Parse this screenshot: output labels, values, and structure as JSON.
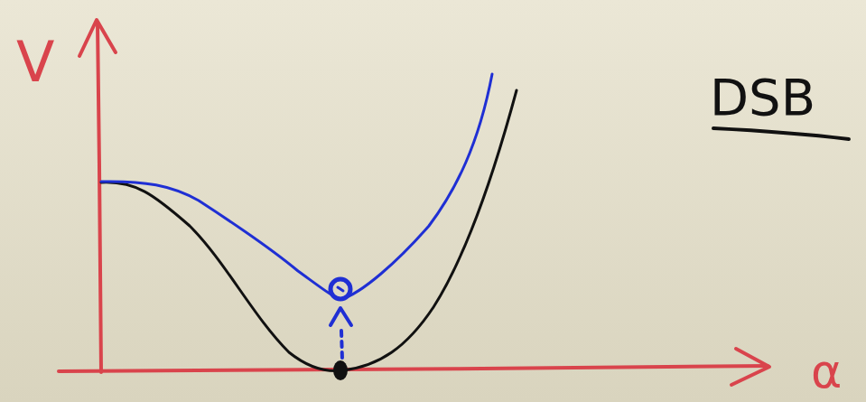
{
  "diagram": {
    "title": "DSB",
    "labels": [
      "V",
      "α"
    ]
  }
}
